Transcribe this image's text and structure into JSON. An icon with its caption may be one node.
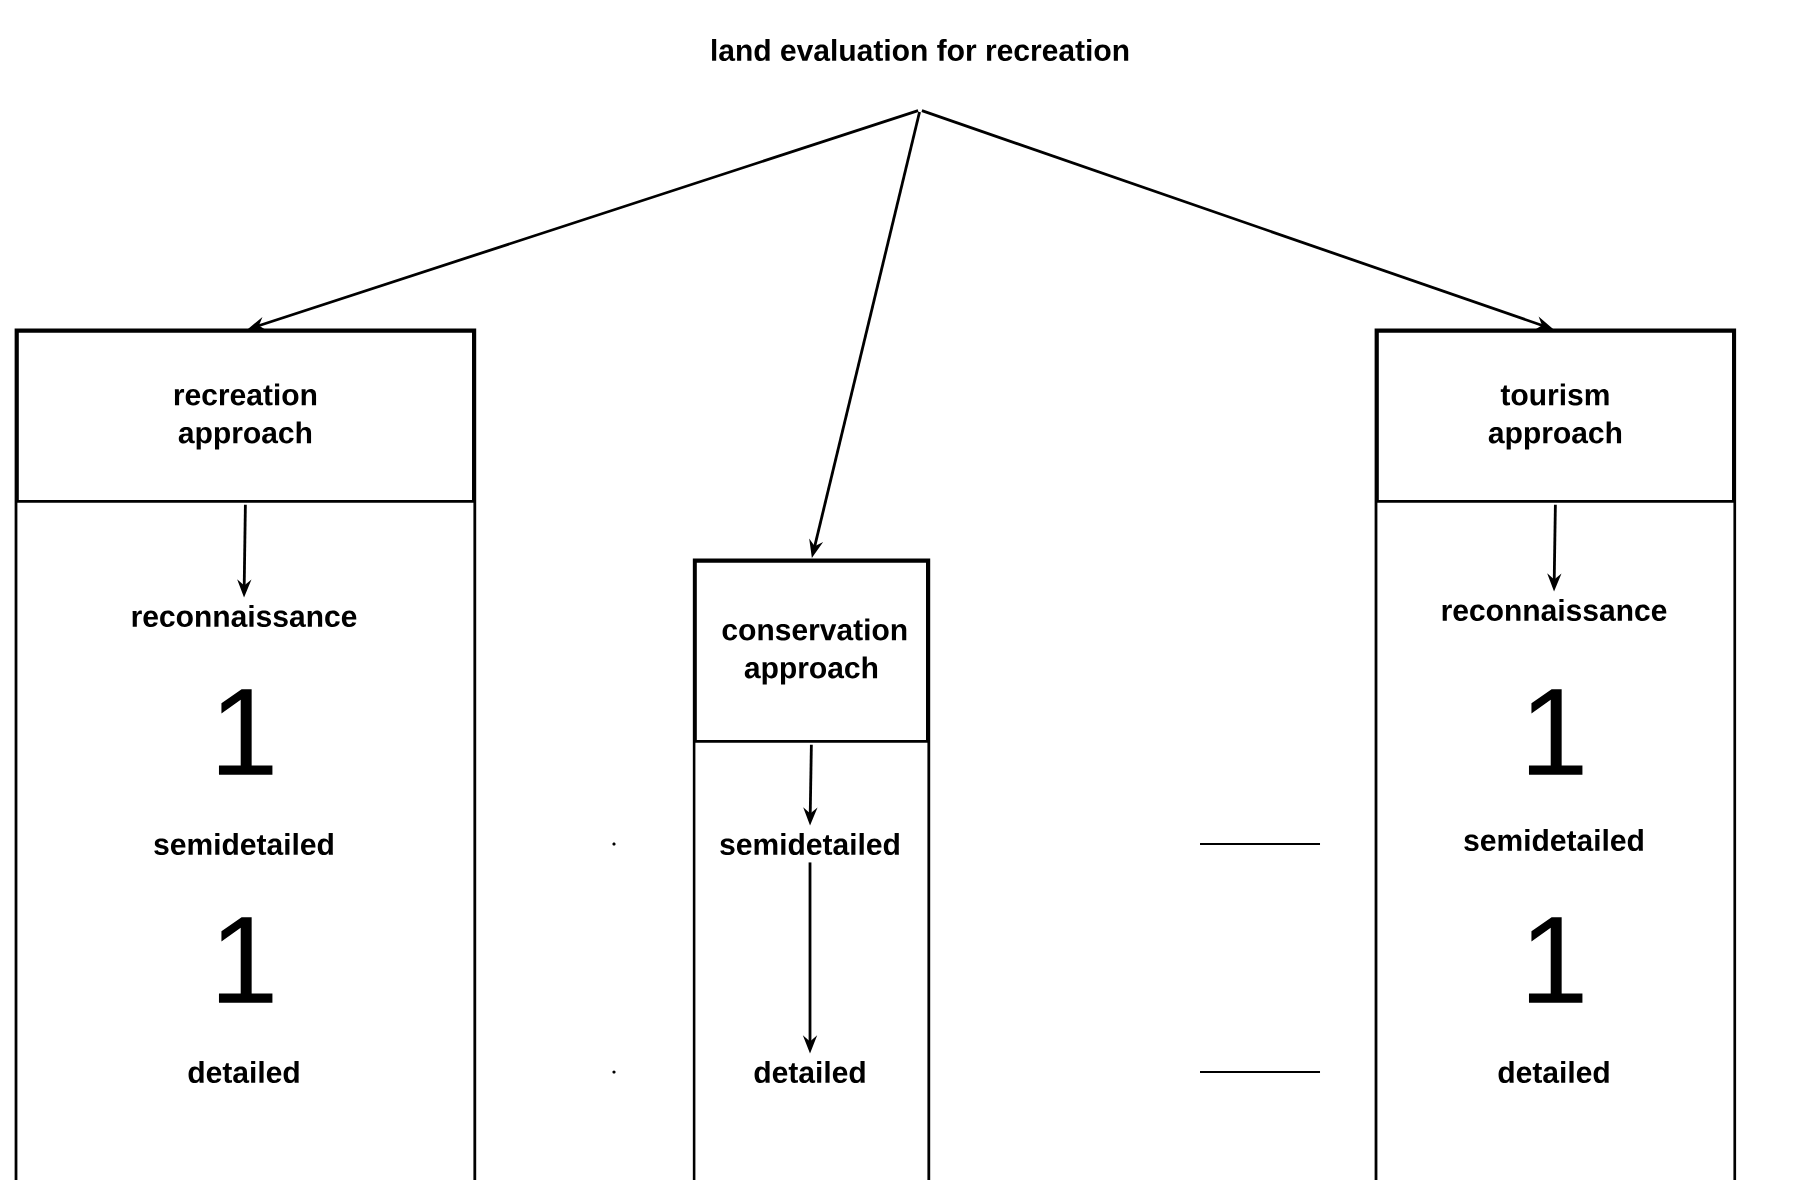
{
  "diagram": {
    "title": "land evaluation for recreation",
    "nodes": [
      {
        "text": [],
        "shape": "box"
      },
      {
        "text": [
          "recreation approach"
        ],
        "in": 0
      },
      {
        "text": [
          "reconnaissance"
        ],
        "in": 0
      },
      {
        "text": [
          "semidetailed"
        ],
        "in": 0
      },
      {
        "text": [
          "detailed"
        ],
        "in": 0
      },
      {
        "text": [],
        "shape": "box"
      },
      {
        "text": [
          "conservation approach"
        ],
        "in": 5
      },
      {
        "text": [
          "semidetailed"
        ],
        "in": 5
      },
      {
        "text": [
          "detailed"
        ],
        "in": 5
      },
      {
        "text": [],
        "shape": "box"
      },
      {
        "text": [
          "tourism approach"
        ],
        "in": 9
      },
      {
        "text": [
          "reconnaissance"
        ],
        "in": 9
      },
      {
        "text": [
          "semidetailed"
        ],
        "in": 9
      },
      {
        "text": [
          "detailed"
        ],
        "in": 9
      }
    ],
    "edges": [
      {
        "from": null,
        "to": 1,
        "arrow": "to"
      },
      {
        "from": null,
        "to": 6,
        "arrow": "to"
      },
      {
        "from": null,
        "to": 10,
        "arrow": "to"
      },
      {
        "from": 1,
        "to": 2,
        "arrow": "to"
      },
      {
        "from": 6,
        "to": 7,
        "arrow": "to"
      },
      {
        "from": 7,
        "to": 8,
        "arrow": "to"
      },
      {
        "from": 10,
        "to": 11,
        "arrow": "to"
      }
    ],
    "labels": [
      "1",
      "1",
      "1",
      "1"
    ]
  }
}
